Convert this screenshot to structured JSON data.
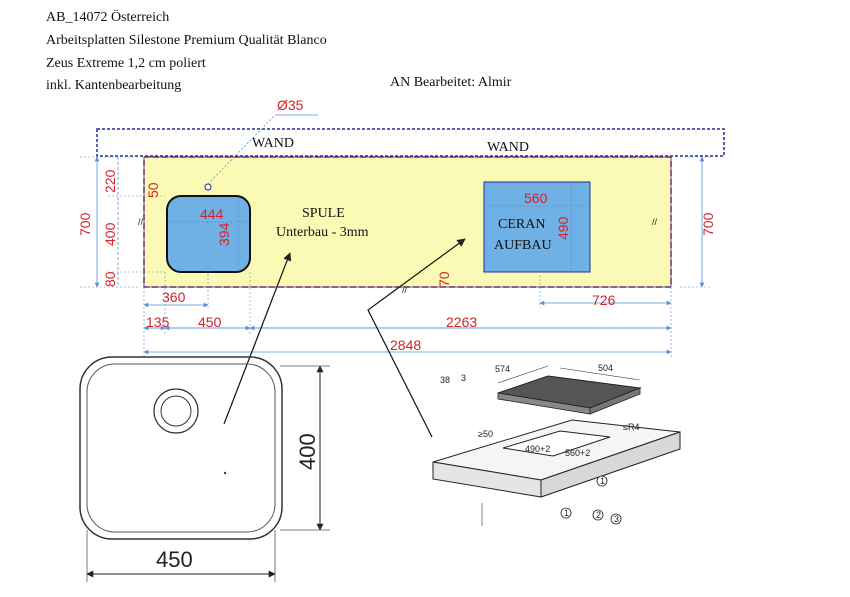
{
  "header": {
    "line1": "AB_14072 Österreich",
    "line2": "Arbeitsplatten Silestone Premium Qualität Blanco",
    "line3": "Zeus Extreme 1,2 cm poliert",
    "line4": "inkl. Kantenbearbeitung",
    "editor": "AN Bearbeitet: Almir"
  },
  "plan": {
    "wall_left": "WAND",
    "wall_right": "WAND",
    "sink_label": "SPULE",
    "sink_sub": "Unterbau - 3mm",
    "hob_label_1": "CERAN",
    "hob_label_2": "AUFBAU",
    "hole_dim": "Ø35",
    "dims": {
      "depth_left": "700",
      "depth_right": "700",
      "top_220": "220",
      "mid_400": "400",
      "bot_80": "80",
      "dim_50": "50",
      "sink_w": "444",
      "sink_h": "394",
      "d360": "360",
      "d135": "135",
      "d450": "450",
      "d2263": "2263",
      "d2848": "2848",
      "hob_w": "560",
      "hob_h": "490",
      "hob_gap": "70",
      "hob_right": "726"
    }
  },
  "sink_drawing": {
    "width": "450",
    "height": "400"
  },
  "hob_drawing": {
    "d38": "38",
    "d3": "3",
    "d574": "574",
    "d504": "504",
    "d50": "≥50",
    "d490": "490+2",
    "d560": "560+2",
    "r4": "≤R4",
    "n1": "1",
    "n2": "2",
    "n3": "3"
  },
  "colors": {
    "top": "#fafab4",
    "cutout": "#6fb1e5",
    "dim": "#d2232a",
    "wall": "#1f2f9a"
  }
}
